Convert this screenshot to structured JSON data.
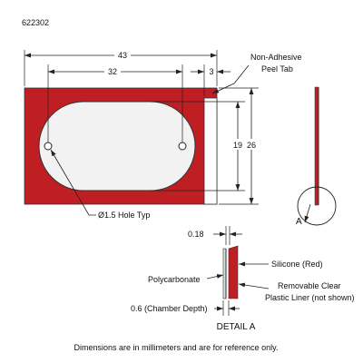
{
  "part_number": "622302",
  "dimensions": {
    "overall_length": "43",
    "chamber_length": "32",
    "tab_width": "3",
    "chamber_height": "19",
    "overall_height": "26",
    "hole_callout": "Ø1.5 Hole Typ",
    "silicone_thickness": "0.18",
    "chamber_depth": "0.6 (Chamber Depth)"
  },
  "callouts": {
    "peel_tab": [
      "Non-Adhesive",
      "Peel Tab"
    ],
    "silicone": "Silicone (Red)",
    "polycarbonate": "Polycarbonate",
    "liner": [
      "Removable Clear",
      "Plastic Liner (not shown)"
    ],
    "section_marker": "A",
    "detail_title": "DETAIL A"
  },
  "footnote": "Dimensions are in millimeters and are for reference only.",
  "colors": {
    "silicone_red": "#bf1e22",
    "chamber_fill": "#f2f2f2",
    "tab_fill": "#ffffff",
    "line": "#222222"
  }
}
